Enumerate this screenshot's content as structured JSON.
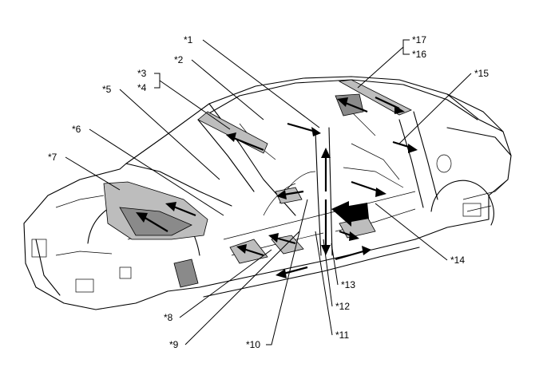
{
  "labels": {
    "l1": "*1",
    "l2": "*2",
    "l3": "*3",
    "l4": "*4",
    "l5": "*5",
    "l6": "*6",
    "l7": "*7",
    "l8": "*8",
    "l9": "*9",
    "l10": "*10",
    "l11": "*11",
    "l12": "*12",
    "l13": "*13",
    "l14": "*14",
    "l15": "*15",
    "l16": "*16",
    "l17": "*17"
  }
}
